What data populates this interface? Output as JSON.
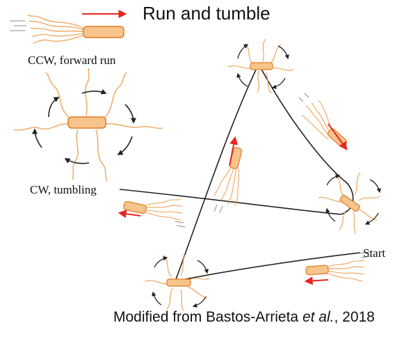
{
  "title": "Run and tumble",
  "labels": {
    "ccw": "CCW, forward run",
    "cw": "CW, tumbling",
    "start": "Start"
  },
  "credit": {
    "prefix": "Modified from Bastos-Arrieta ",
    "italic": "et al.",
    "suffix": ", 2018"
  },
  "colors": {
    "flagella": "#f0a45a",
    "body_fill": "#f7c48c",
    "body_stroke": "#e07a20",
    "run_arrow": "#e8251f",
    "path": "#222222",
    "rotation_arrow": "#222222"
  },
  "icons": [
    "bacterium-icon",
    "rotation-arrow-icon",
    "run-direction-arrow-icon"
  ]
}
